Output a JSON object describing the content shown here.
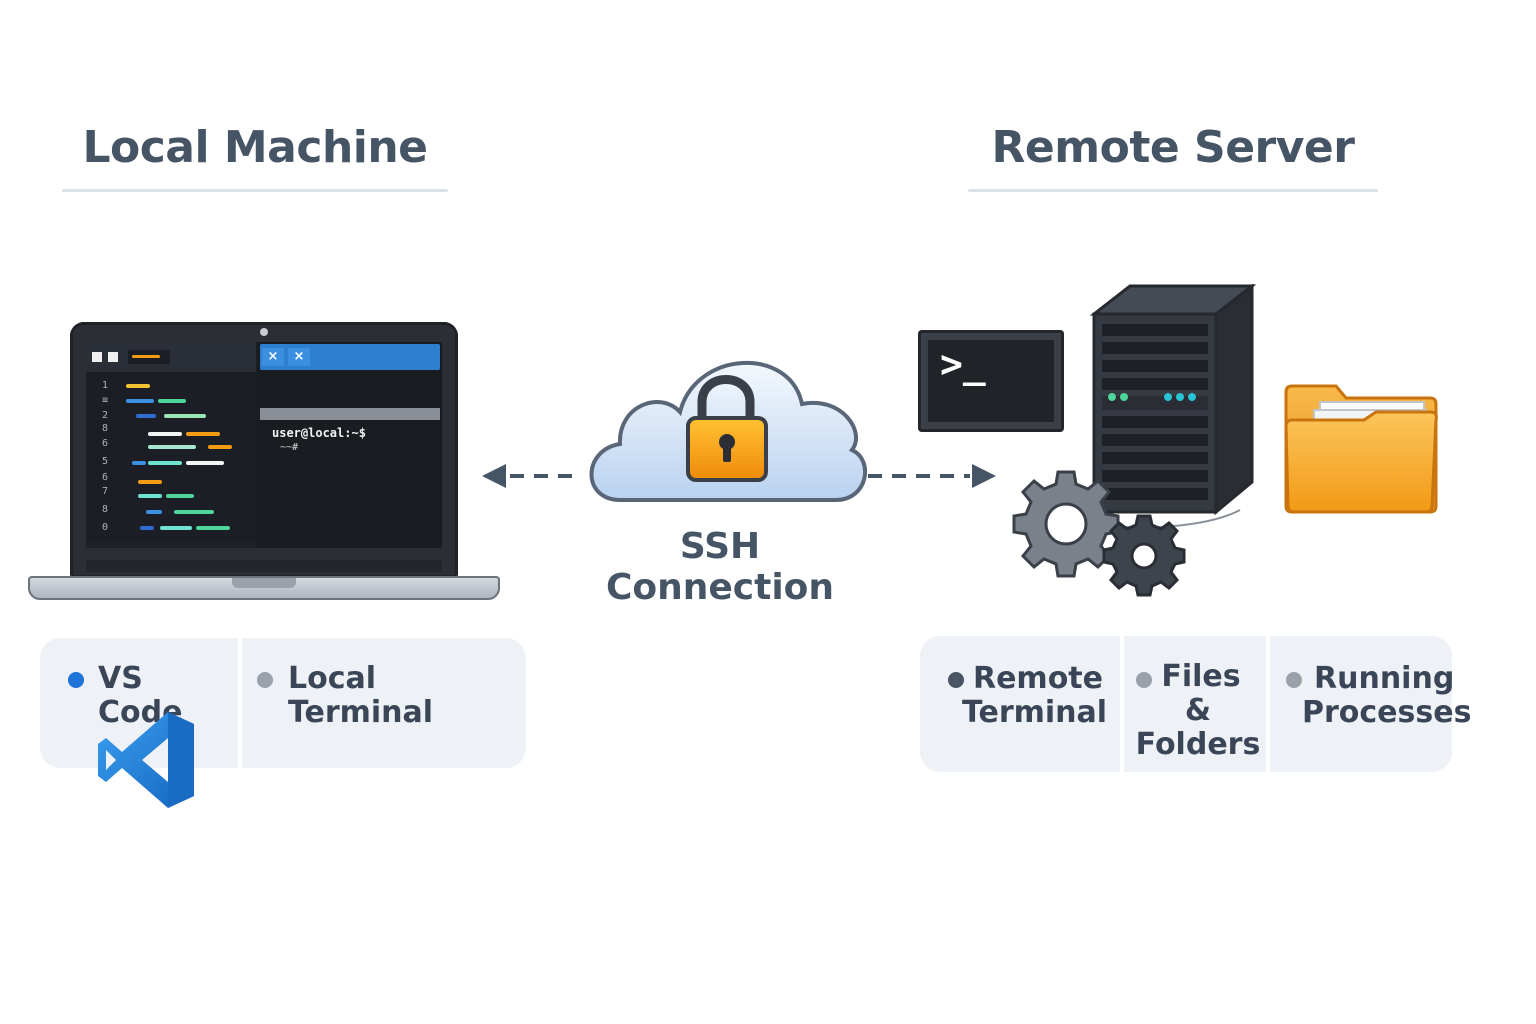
{
  "local": {
    "heading": "Local Machine",
    "terminal_prompt": "user@local:~$",
    "terminal_cursor": "~~#",
    "line_numbers": [
      "1",
      "≡",
      "2",
      "8",
      "6",
      "5",
      "6",
      "7",
      "8",
      "0"
    ],
    "tabs": [
      "×",
      "×"
    ],
    "items": [
      {
        "label": "VS Code",
        "dot_color": "#1f73d9"
      },
      {
        "label": "Local Terminal",
        "dot_color": "#9aa1ab"
      }
    ]
  },
  "connection": {
    "label": "SSH Connection"
  },
  "remote": {
    "heading": "Remote Server",
    "terminal_symbol": ">_",
    "items": [
      {
        "label_lines": [
          "Remote",
          "Terminal"
        ],
        "dot_color": "#4a5566"
      },
      {
        "label_lines": [
          "Files",
          "&",
          "Folders"
        ],
        "dot_color": "#9aa1ab"
      },
      {
        "label_lines": [
          "Running",
          "Processes"
        ],
        "dot_color": "#9aa1ab"
      }
    ]
  },
  "colors": {
    "heading": "#465566",
    "accent_blue": "#2f7fd0",
    "lock_orange": "#f39c12",
    "folder_orange": "#f5a623",
    "server_dark": "#2e3238"
  },
  "icons": [
    "laptop-icon",
    "vscode-icon",
    "cloud-icon",
    "padlock-icon",
    "terminal-icon",
    "server-icon",
    "gear-icon",
    "folder-icon"
  ]
}
